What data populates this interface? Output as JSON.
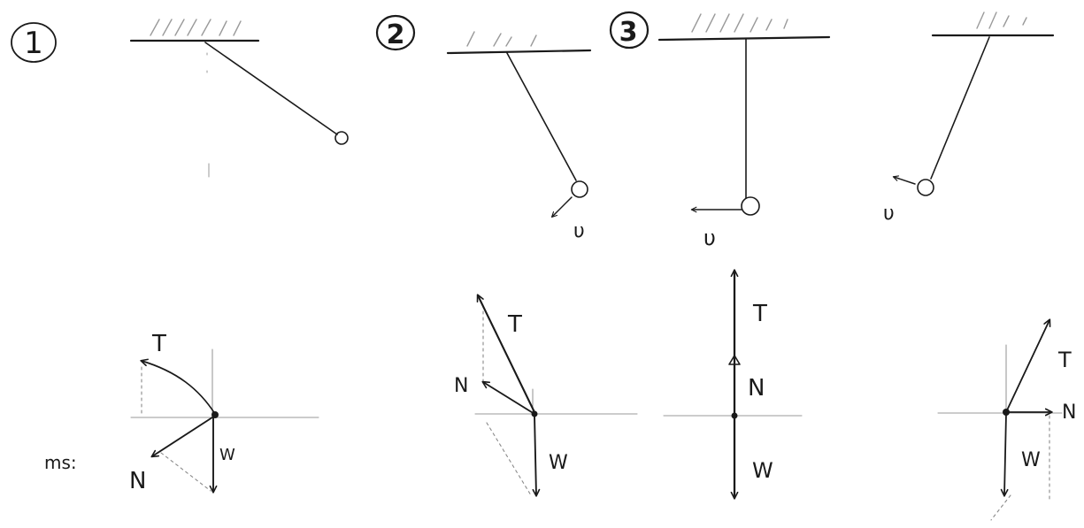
{
  "colors": {
    "ink": "#1a1a1a",
    "axis": "#9a9a9a",
    "construction": "#8a8a8a",
    "paper": "#ffffff"
  },
  "panel_numbers": [
    "1",
    "2",
    "3"
  ],
  "margin_text": "ms:",
  "pendulum_positions": [
    {
      "velocity_label": ""
    },
    {
      "velocity_label": "υ"
    },
    {
      "velocity_label": "υ"
    },
    {
      "velocity_label": "υ"
    }
  ],
  "force_diagrams": [
    {
      "labels": {
        "tension": "T",
        "net": "N",
        "weight": "W"
      }
    },
    {
      "labels": {
        "tension": "T",
        "net": "N",
        "weight": "W"
      }
    },
    {
      "labels": {
        "tension": "T",
        "net": "N",
        "weight": "W"
      }
    },
    {
      "labels": {
        "tension": "T",
        "net": "N",
        "weight": "W"
      }
    }
  ]
}
